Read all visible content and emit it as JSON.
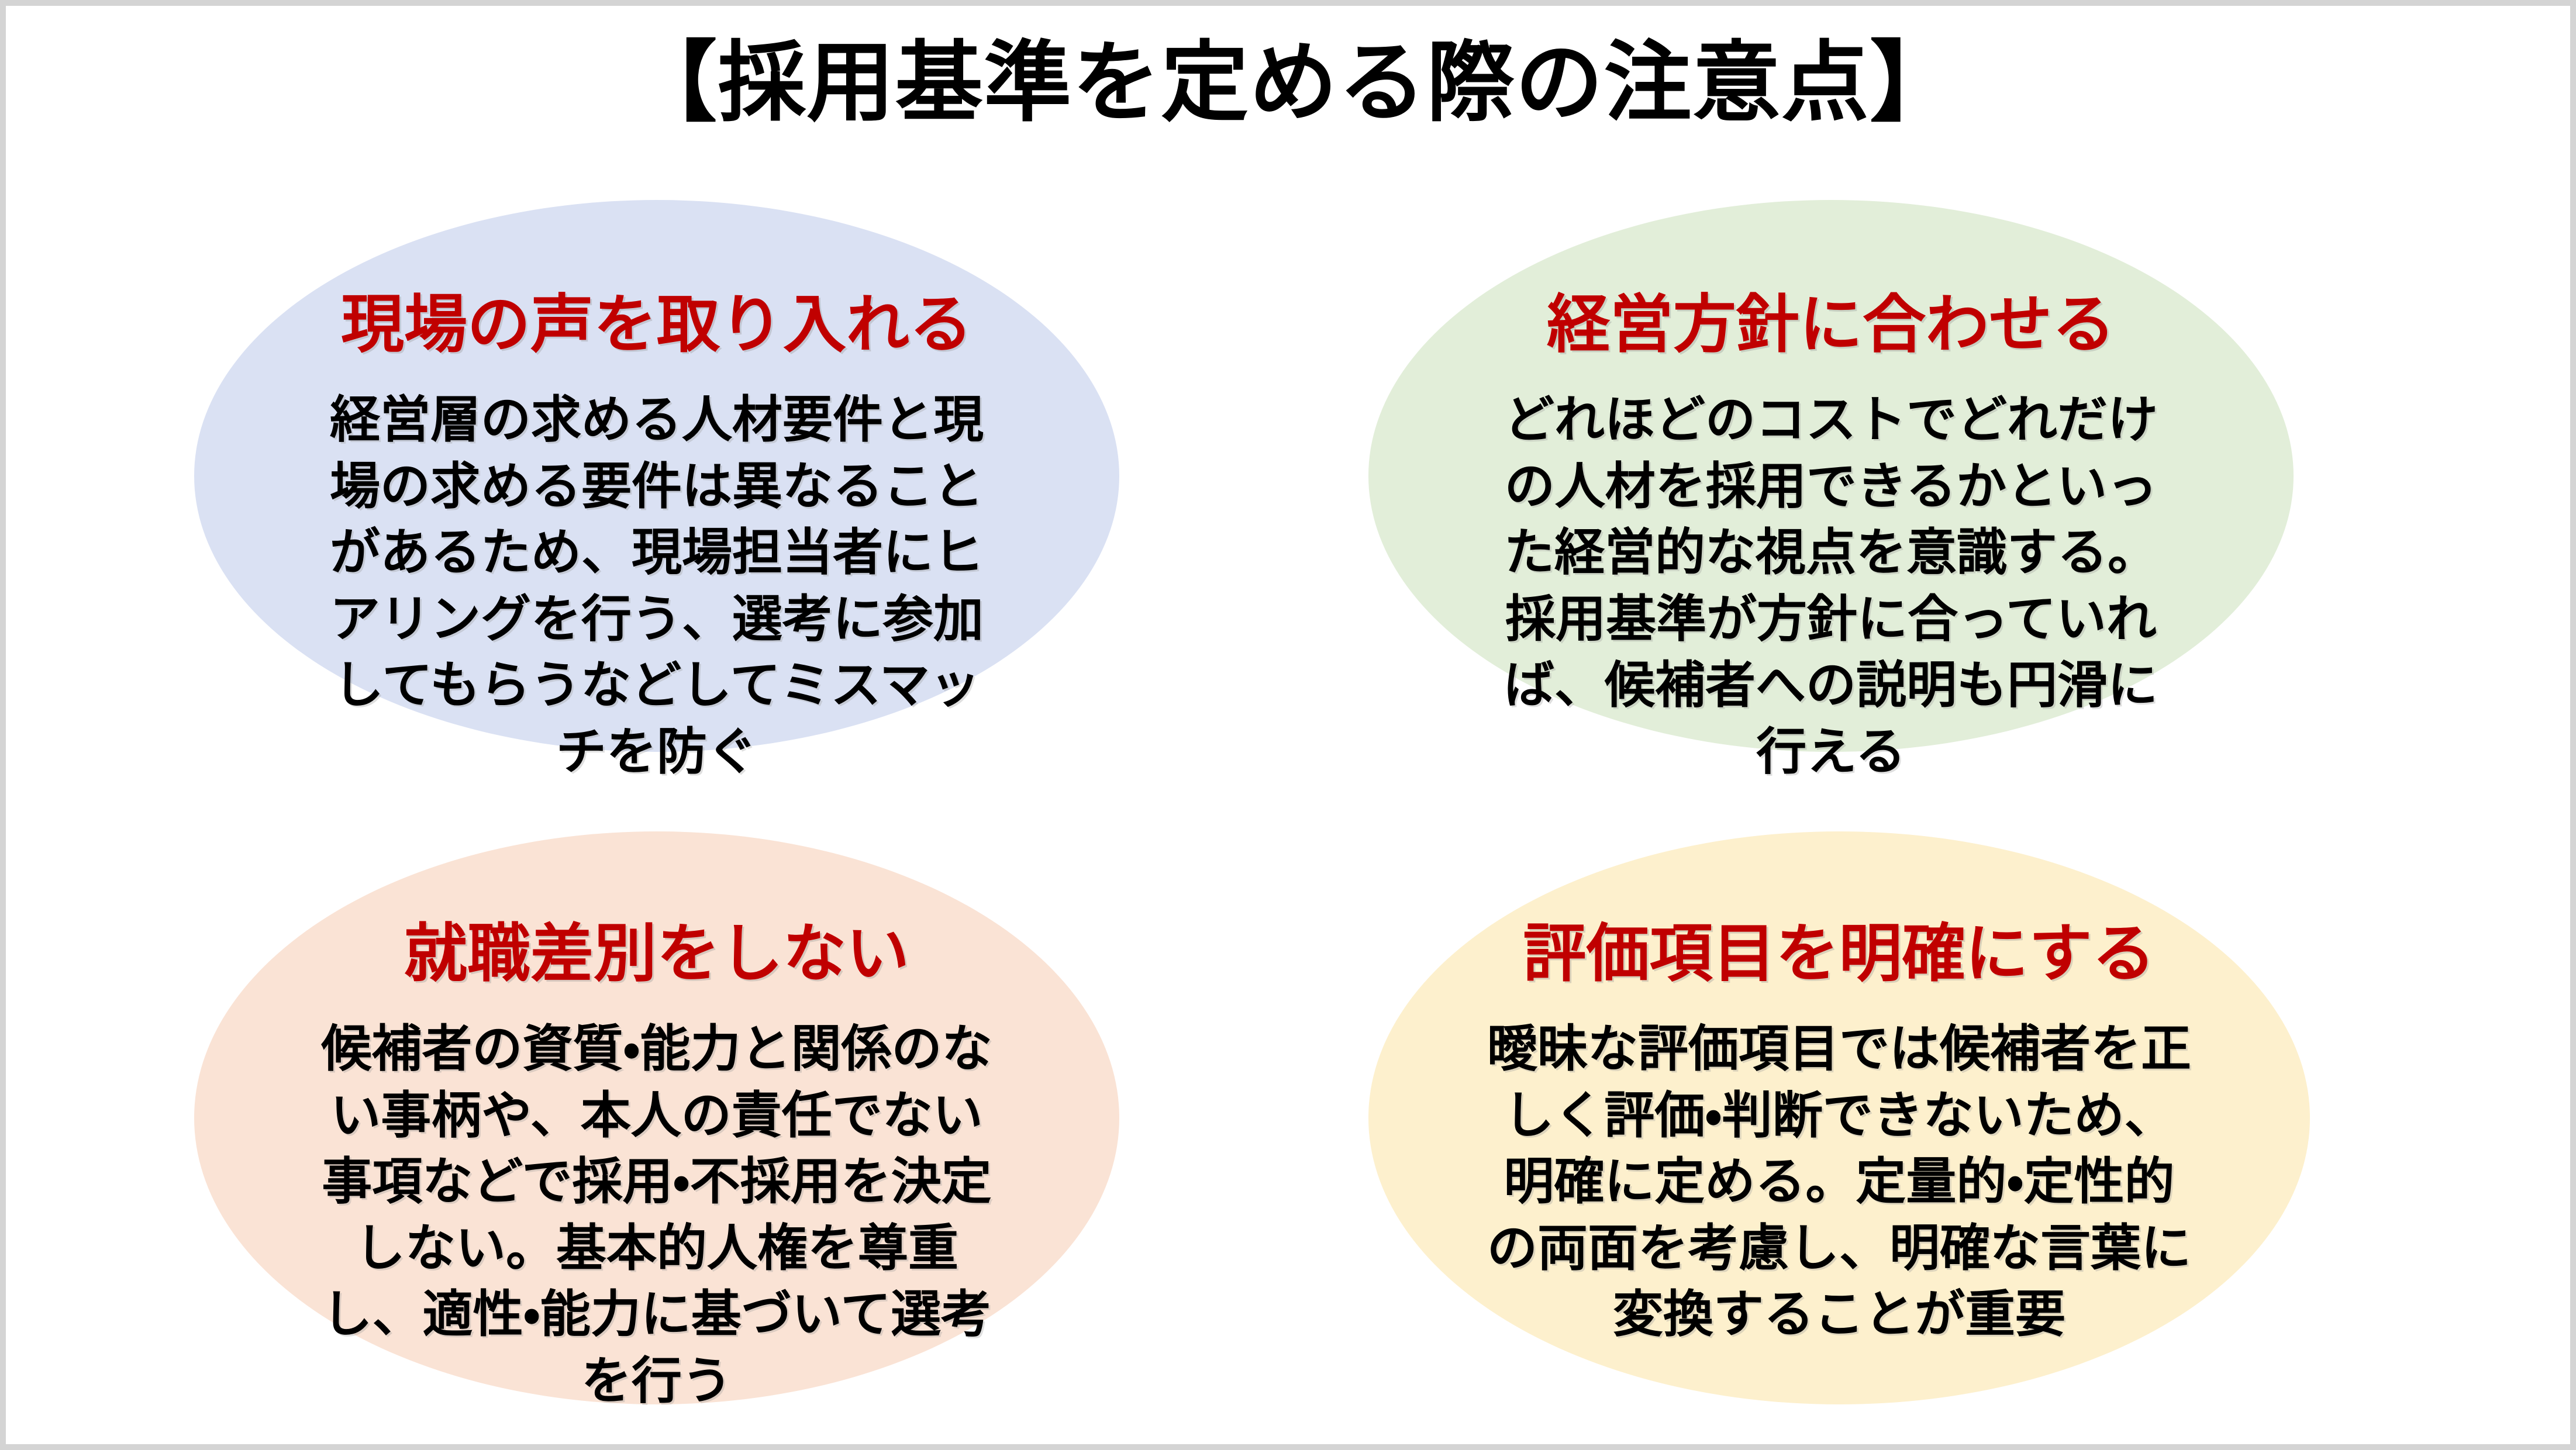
{
  "slide": {
    "title": "【採用基準を定める際の注意点】",
    "background_color": "#ffffff",
    "border_color": "#d4d4d4"
  },
  "palette": {
    "heading_text": "#000000",
    "ellipse_title_text": "#c00000",
    "ellipse_body_text": "#000000"
  },
  "items": [
    {
      "id": "genba-no-koe",
      "position": "top-left",
      "fill_color": "#dae1f3",
      "title": "現場の声を取り入れる",
      "body": "経営層の求める人材要件と現場の求める要件は異なることがあるため、現場担当者にヒアリングを行う、選考に参加してもらうなどしてミスマッチを防ぐ"
    },
    {
      "id": "keiei-houshin",
      "position": "top-right",
      "fill_color": "#e2eed9",
      "title": "経営方針に合わせる",
      "body": "どれほどのコストでどれだけの人材を採用できるかといった経営的な視点を意識する。採用基準が方針に合っていれば、候補者への説明も円滑に行える"
    },
    {
      "id": "shushoku-sabetsu",
      "position": "bottom-left",
      "fill_color": "#fae3d5",
      "title": "就職差別をしない",
      "body": "候補者の資質・能力と関係のない事柄や、本人の責任でない事項などで採用・不採用を決定しない。基本的人権を尊重し、適性・能力に基づいて選考を行う"
    },
    {
      "id": "hyouka-koumoku",
      "position": "bottom-right",
      "fill_color": "#fdf0cd",
      "title": "評価項目を明確にする",
      "body": "曖昧な評価項目では候補者を正しく評価・判断できないため、明確に定める。定量的・定性的の両面を考慮し、明確な言葉に変換することが重要"
    }
  ]
}
